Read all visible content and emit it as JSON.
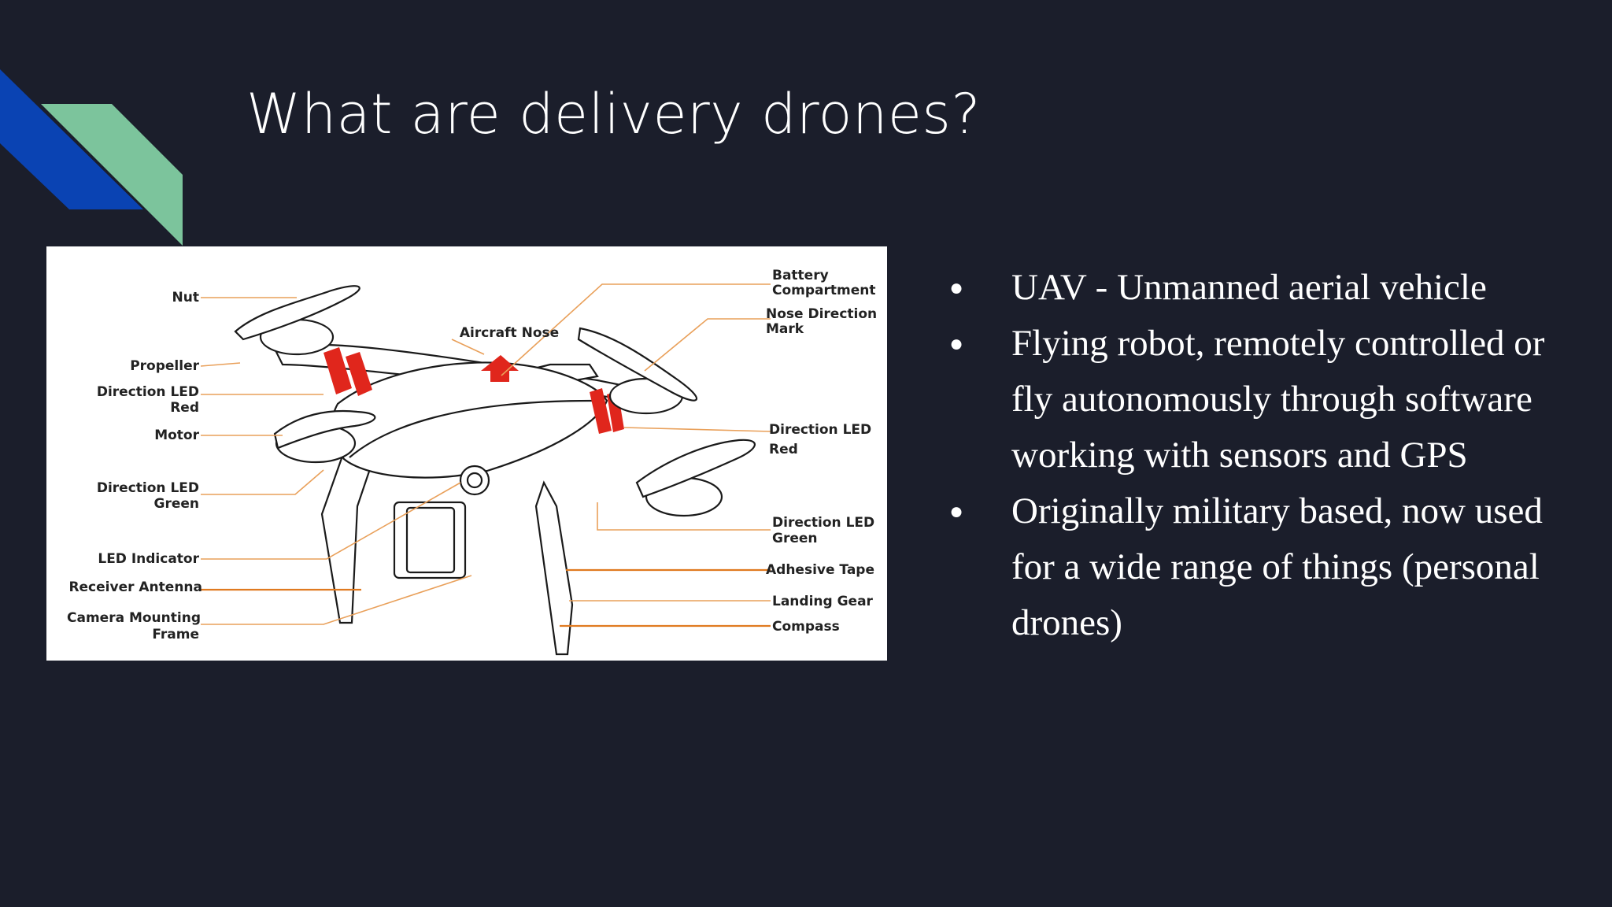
{
  "slide": {
    "title": "What are delivery drones?",
    "accent_colors": {
      "blue": "#0a43b3",
      "green": "#7cc49c"
    },
    "background": "#1b1e2b"
  },
  "diagram": {
    "labels": {
      "nut": "Nut",
      "propeller": "Propeller",
      "direction_led_red_left_1": "Direction LED",
      "direction_led_red_left_2": "Red",
      "motor": "Motor",
      "direction_led_green_left_1": "Direction LED",
      "direction_led_green_left_2": "Green",
      "led_indicator": "LED Indicator",
      "receiver_antenna": "Receiver Antenna",
      "camera_mounting_frame_1": "Camera Mounting",
      "camera_mounting_frame_2": "Frame",
      "aircraft_nose": "Aircraft Nose",
      "battery_compartment_1": "Battery",
      "battery_compartment_2": "Compartment",
      "nose_direction_mark_1": "Nose Direction",
      "nose_direction_mark_2": "Mark",
      "direction_led_red_right_1": "Direction LED",
      "direction_led_red_right_2": "Red",
      "direction_led_green_right_1": "Direction LED",
      "direction_led_green_right_2": "Green",
      "adhesive_tape": "Adhesive Tape",
      "landing_gear": "Landing Gear",
      "compass": "Compass"
    }
  },
  "bullets": [
    "UAV - Unmanned aerial vehicle",
    "Flying robot, remotely controlled or fly autonomously through software working with sensors and GPS",
    "Originally military based, now used for a wide range of things (personal drones)"
  ]
}
